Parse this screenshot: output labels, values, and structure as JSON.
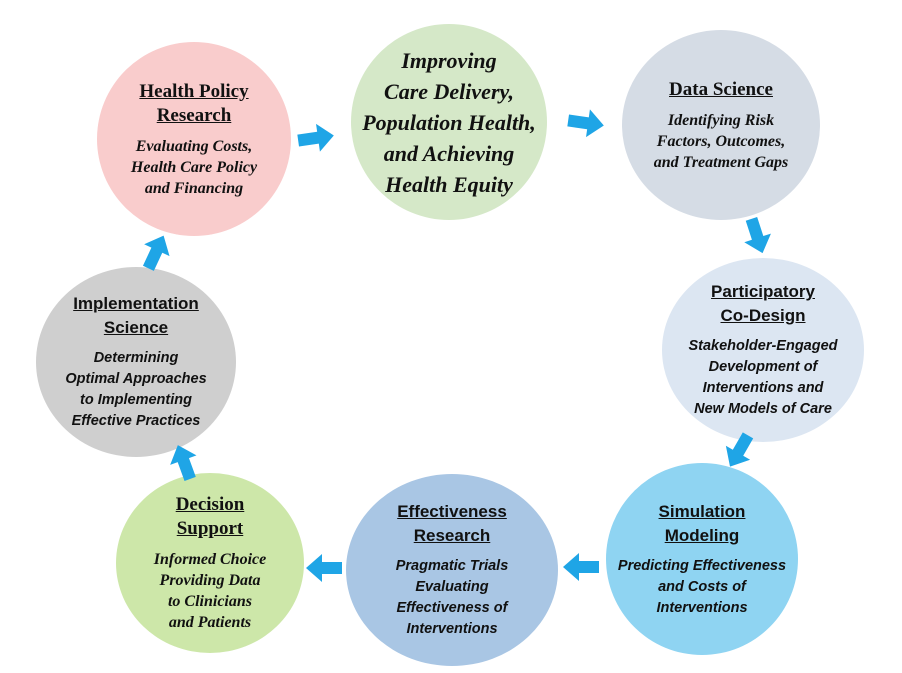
{
  "nodes": [
    {
      "id": "health-policy-research",
      "title": "Health Policy\nResearch",
      "desc": "Evaluating Costs,\nHealth Care Policy\nand Financing",
      "color": "#f9cccc"
    },
    {
      "id": "improving-care",
      "title": "",
      "desc": "Improving\nCare Delivery,\nPopulation Health,\nand Achieving\nHealth Equity",
      "color": "#d5e8c8"
    },
    {
      "id": "data-science",
      "title": "Data Science",
      "desc": "Identifying Risk\nFactors, Outcomes,\nand Treatment Gaps",
      "color": "#d5dce5"
    },
    {
      "id": "participatory-co-design",
      "title": "Participatory\nCo-Design",
      "desc": "Stakeholder-Engaged\nDevelopment of\nInterventions and\nNew Models of Care",
      "color": "#dce6f2"
    },
    {
      "id": "simulation-modeling",
      "title": "Simulation\nModeling",
      "desc": "Predicting Effectiveness\nand Costs of\nInterventions",
      "color": "#8fd4f2"
    },
    {
      "id": "effectiveness-research",
      "title": "Effectiveness\nResearch",
      "desc": "Pragmatic Trials\nEvaluating\nEffectiveness of\nInterventions",
      "color": "#a9c6e4"
    },
    {
      "id": "decision-support",
      "title": "Decision\nSupport",
      "desc": "Informed Choice\nProviding Data\nto Clinicians\nand Patients",
      "color": "#cde7a9"
    },
    {
      "id": "implementation-science",
      "title": "Implementation\nScience",
      "desc": "Determining\nOptimal Approaches\nto Implementing\nEffective Practices",
      "color": "#cfcfcf"
    }
  ],
  "arrow_color": "#1fa5e6"
}
